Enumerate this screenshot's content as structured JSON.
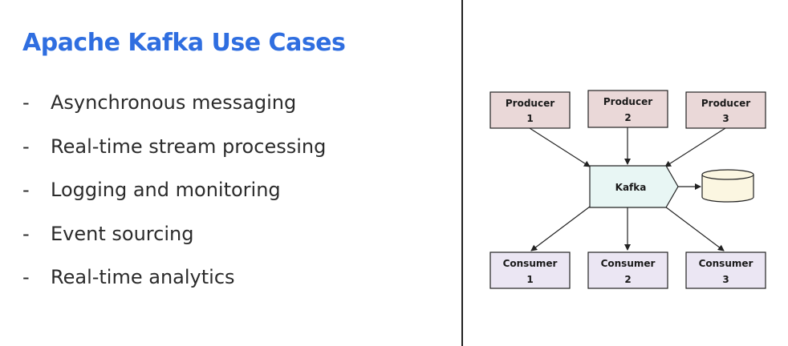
{
  "title": "Apache Kafka Use Cases",
  "bullets": [
    {
      "dash": "-",
      "text": "Asynchronous messaging"
    },
    {
      "dash": "-",
      "text": "Real-time stream processing"
    },
    {
      "dash": "-",
      "text": "Logging and monitoring"
    },
    {
      "dash": "-",
      "text": "Event sourcing"
    },
    {
      "dash": "-",
      "text": "Real-time analytics"
    }
  ],
  "diagram": {
    "producers": [
      {
        "line1": "Producer",
        "line2": "1"
      },
      {
        "line1": "Producer",
        "line2": "2"
      },
      {
        "line1": "Producer",
        "line2": "3"
      }
    ],
    "broker": {
      "label": "Kafka"
    },
    "consumers": [
      {
        "line1": "Consumer",
        "line2": "1"
      },
      {
        "line1": "Consumer",
        "line2": "2"
      },
      {
        "line1": "Consumer",
        "line2": "3"
      }
    ],
    "colors": {
      "producer_fill": "#ead8d8",
      "broker_fill": "#e8f6f4",
      "consumer_fill": "#ebe6f3",
      "storage_fill": "#fbf6e1",
      "stroke": "#222222",
      "title": "#2f6ee0"
    }
  }
}
